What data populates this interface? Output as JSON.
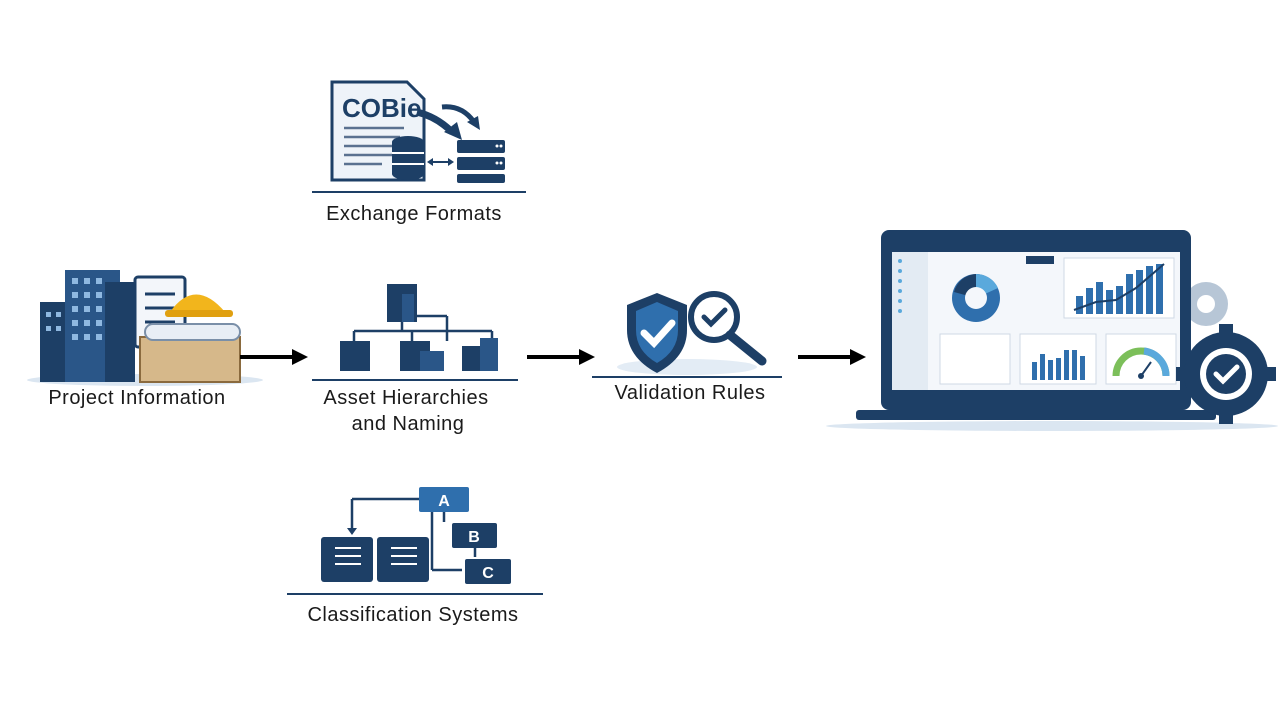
{
  "colors": {
    "navy": "#1d3f66",
    "mid": "#2f6fad",
    "light": "#5aa9dc",
    "arrow": "#000000"
  },
  "nodes": {
    "project_information": {
      "label": "Project Information",
      "icon": "buildings-clipboard-hardhat-icon"
    },
    "exchange_formats": {
      "label": "Exchange Formats",
      "icon": "cobie-document-database-icon",
      "doc_text": "COBie"
    },
    "asset_hierarchies": {
      "label_line1": "Asset Hierarchies",
      "label_line2": "and Naming",
      "icon": "building-hierarchy-icon"
    },
    "classification_systems": {
      "label": "Classification Systems",
      "icon": "classification-tree-icon",
      "letters": [
        "A",
        "B",
        "C"
      ]
    },
    "validation_rules": {
      "label": "Validation Rules",
      "icon": "shield-check-magnifier-icon"
    },
    "dashboard": {
      "icon": "laptop-dashboard-gears-icon"
    }
  }
}
